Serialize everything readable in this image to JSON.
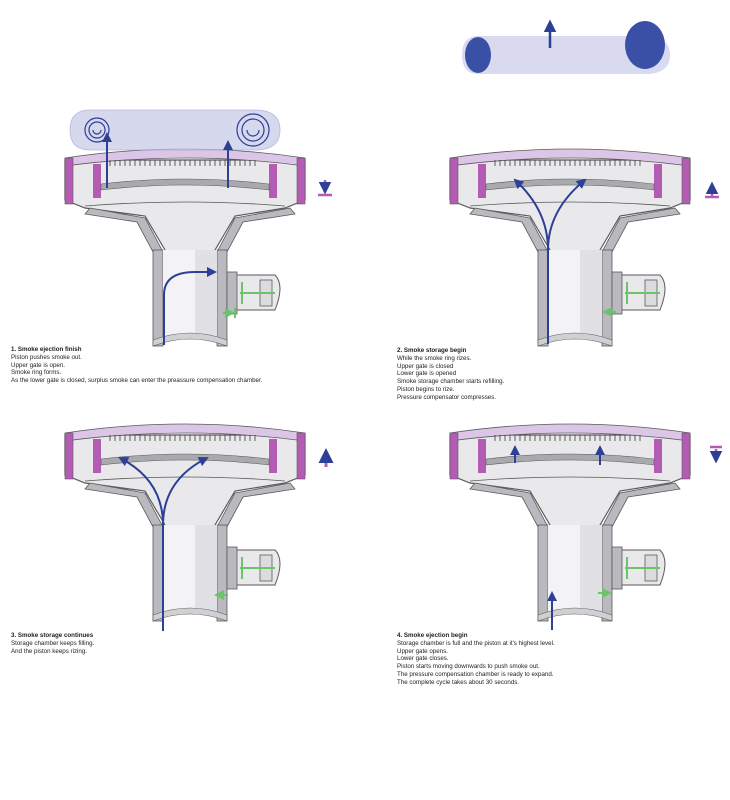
{
  "colors": {
    "stroke": "#5a5a5a",
    "wall": "#e9e9ec",
    "wall_dark": "#cfcfd4",
    "pink": "#b45bb4",
    "lid": "#dcc6e8",
    "smoke": "#c9cbe8",
    "arrow_blue": "#2e3f96",
    "ring_blue": "#3a4fa6",
    "green": "#6cc46a"
  },
  "panels": [
    {
      "title": "1. Smoke ejection finish",
      "lines": [
        "Piston pushes smoke out.",
        "Upper gate is open.",
        "Smoke ring forms.",
        "As the lower gate is closed, surplus smoke can enter the preassure compensation chamber."
      ]
    },
    {
      "title": "2. Smoke storage begin",
      "lines": [
        "While the smoke ring rizes.",
        "Upper gate is closed",
        "Lower gate is opened",
        "Smoke storage chamber starts refilling.",
        "Piston begins to rize.",
        "Pressure compensator compresses."
      ]
    },
    {
      "title": "3. Smoke storage continues",
      "lines": [
        "Storage chamber keeps filling.",
        "And the piston keeps rizing."
      ]
    },
    {
      "title": "4. Smoke ejection begin",
      "lines": [
        "Storage chamber is full and the piston at it's highest level.",
        "Upper gate opens.",
        "Lower gate closes.",
        "Piston starts moving downwards to push smoke out.",
        "The pressure compensation chamber is ready to expand.",
        "The complete cycle takes about 30 seconds."
      ]
    }
  ]
}
